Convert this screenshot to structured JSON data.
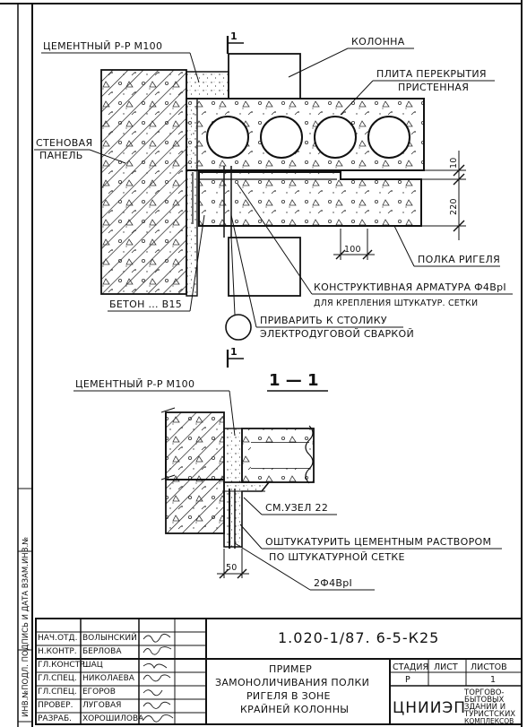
{
  "labels": {
    "cement_mortar_top": "ЦЕМЕНТНЫЙ Р-Р М100",
    "column": "КОЛОННА",
    "slab_line1": "ПЛИТА ПЕРЕКРЫТИЯ",
    "slab_line2": "ПРИСТЕННАЯ",
    "wall_panel_line1": "СТЕНОВАЯ",
    "wall_panel_line2": "ПАНЕЛЬ",
    "beam_shelf": "ПОЛКА РИГЕЛЯ",
    "rebar_line1": "КОНСТРУКТИВНАЯ АРМАТУРА Ф4ВрI",
    "rebar_line2": "ДЛЯ КРЕПЛЕНИЯ ШТУКАТУР. СЕТКИ",
    "concrete": "БЕТОН ... В15",
    "weld_line1": "ПРИВАРИТЬ К СТОЛИКУ",
    "weld_line2": "ЭЛЕКТРОДУГОВОЙ СВАРКОЙ",
    "section_mark": "1",
    "section_title": "1 — 1",
    "cement_mortar_section": "ЦЕМЕНТНЫЙ Р-Р М100",
    "node_ref": "СМ.УЗЕЛ 22",
    "plaster_line1": "ОШТУКАТУРИТЬ ЦЕМЕНТНЫМ РАСТВОРОМ",
    "plaster_line2": "ПО ШТУКАТУРНОЙ СЕТКЕ",
    "rebar_count": "2Ф4ВрI"
  },
  "dimensions": {
    "d10": "10",
    "d220": "220",
    "d100": "100",
    "d50": "50"
  },
  "side_stamp": "ИНВ.№ПОДЛ. ПОДПИСЬ И ДАТА ВЗАМ.ИНВ.№",
  "title_block": {
    "roles": [
      "НАЧ.ОТД.",
      "Н.КОНТР.",
      "ГЛ.КОНСТР.",
      "ГЛ.СПЕЦ.",
      "ГЛ.СПЕЦ.",
      "ПРОВЕР.",
      "РАЗРАБ."
    ],
    "names": [
      "ВОЛЫНСКИЙ",
      "БЕРЛОВА",
      "ШАЦ",
      "НИКОЛАЕВА",
      "ЕГОРОВ",
      "ЛУГОВАЯ",
      "ХОРОШИЛОВА"
    ],
    "doc_code": "1.020-1/87. 6-5-К25",
    "title_line1": "ПРИМЕР",
    "title_line2": "ЗАМОНОЛИЧИВАНИЯ ПОЛКИ",
    "title_line3": "РИГЕЛЯ В ЗОНЕ",
    "title_line4": "КРАЙНЕЙ КОЛОННЫ",
    "stage_hdr": "СТАДИЯ",
    "sheet_hdr": "ЛИСТ",
    "sheets_hdr": "ЛИСТОВ",
    "stage": "Р",
    "sheets": "1",
    "org": "ЦНИИЭП",
    "org_sub1": "ТОРГОВО-",
    "org_sub2": "БЫТОВЫХ",
    "org_sub3": "ЗДАНИЙ И",
    "org_sub4": "ТУРИСТСКИХ",
    "org_sub5": "КОМПЛЕКСОВ"
  }
}
